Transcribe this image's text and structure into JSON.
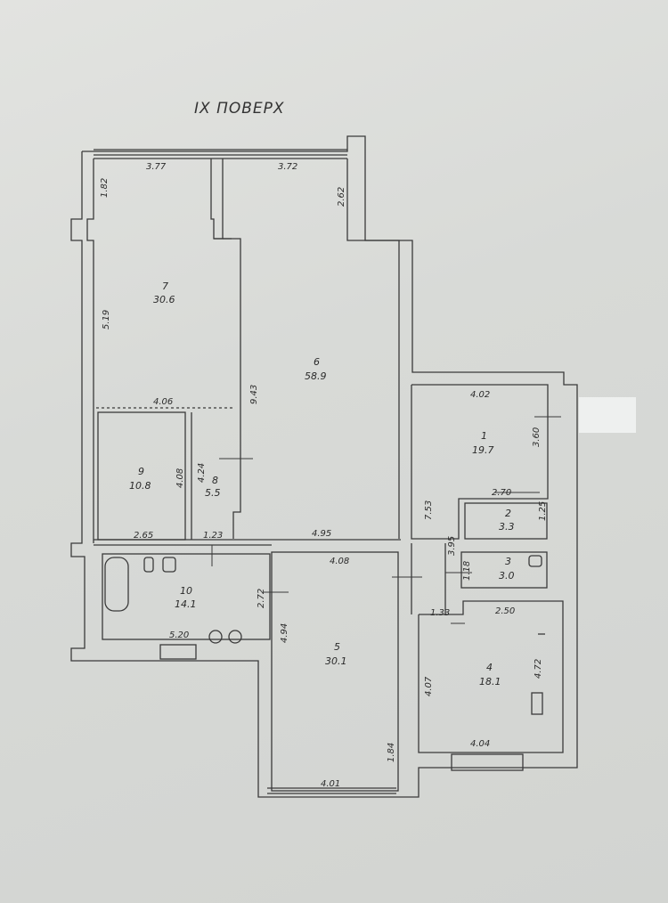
{
  "floor_title": "IX ПОВЕРХ",
  "rooms": [
    {
      "number": "7",
      "area": "30.6"
    },
    {
      "number": "6",
      "area": "58.9"
    },
    {
      "number": "9",
      "area": "10.8"
    },
    {
      "number": "8",
      "area": "5.5"
    },
    {
      "number": "1",
      "area": "19.7"
    },
    {
      "number": "2",
      "area": "3.3"
    },
    {
      "number": "3",
      "area": "3.0"
    },
    {
      "number": "10",
      "area": "14.1"
    },
    {
      "number": "5",
      "area": "30.1"
    },
    {
      "number": "4",
      "area": "18.1"
    }
  ],
  "dimensions": [
    "3.77",
    "3.72",
    "1.82",
    "2.62",
    "5.19",
    "9.43",
    "4.06",
    "4.08",
    "4.24",
    "2.65",
    "1.23",
    "4.95",
    "4.02",
    "3.60",
    "2.70",
    "1.25",
    "7.53",
    "3.95",
    "1.18",
    "4.08",
    "2.72",
    "5.20",
    "4.94",
    "1.33",
    "2.50",
    "4.07",
    "4.72",
    "4.04",
    "1.84",
    "4.01"
  ]
}
